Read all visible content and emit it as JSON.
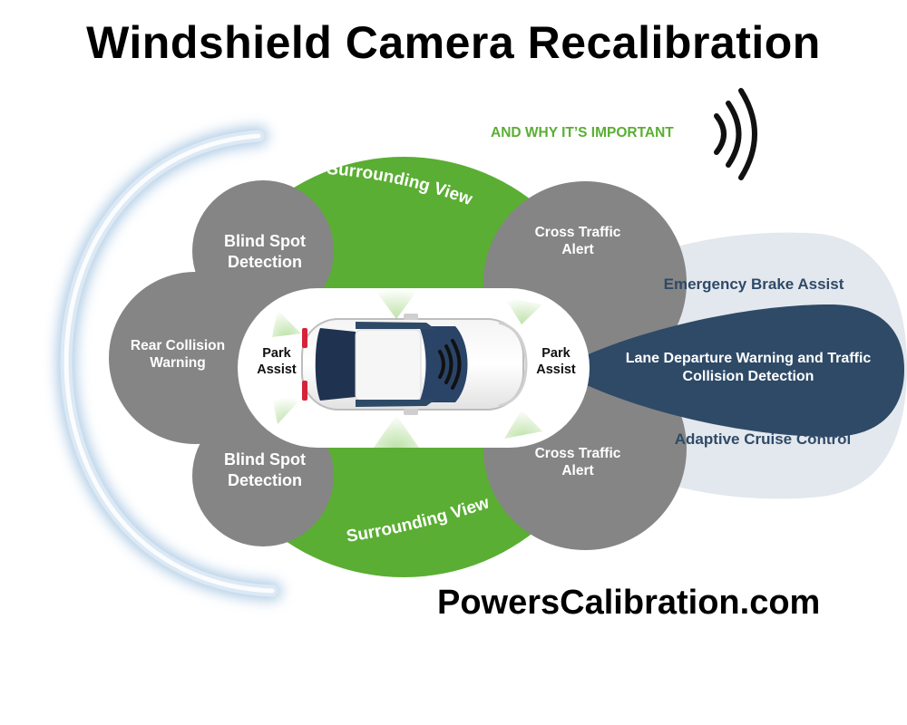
{
  "title": "Windshield Camera Recalibration",
  "subtitle": "AND WHY IT’S IMPORTANT",
  "website": "PowersCalibration.com",
  "zones": {
    "surrounding_view_top": "Surrounding View",
    "surrounding_view_bottom": "Surrounding View",
    "blind_spot_top": [
      "Blind Spot",
      "Detection"
    ],
    "blind_spot_bottom": [
      "Blind Spot",
      "Detection"
    ],
    "rear_collision": [
      "Rear Collision",
      "Warning"
    ],
    "park_assist_rear": [
      "Park",
      "Assist"
    ],
    "park_assist_front": [
      "Park",
      "Assist"
    ],
    "cross_traffic_top": [
      "Cross Traffic",
      "Alert"
    ],
    "cross_traffic_bottom": [
      "Cross Traffic",
      "Alert"
    ],
    "emergency_brake": "Emergency Brake Assist",
    "lane_departure": [
      "Lane Departure Warning and Traffic",
      "Collision Detection"
    ],
    "adaptive_cruise": "Adaptive Cruise Control"
  },
  "colors": {
    "green": "#5aae33",
    "gray": "#858585",
    "light_blue": "#e3e8ee",
    "navy": "#2e4a67",
    "arc": "#d5e4f1"
  },
  "icons": [
    "signal-waves-icon",
    "car-top-view-icon"
  ]
}
